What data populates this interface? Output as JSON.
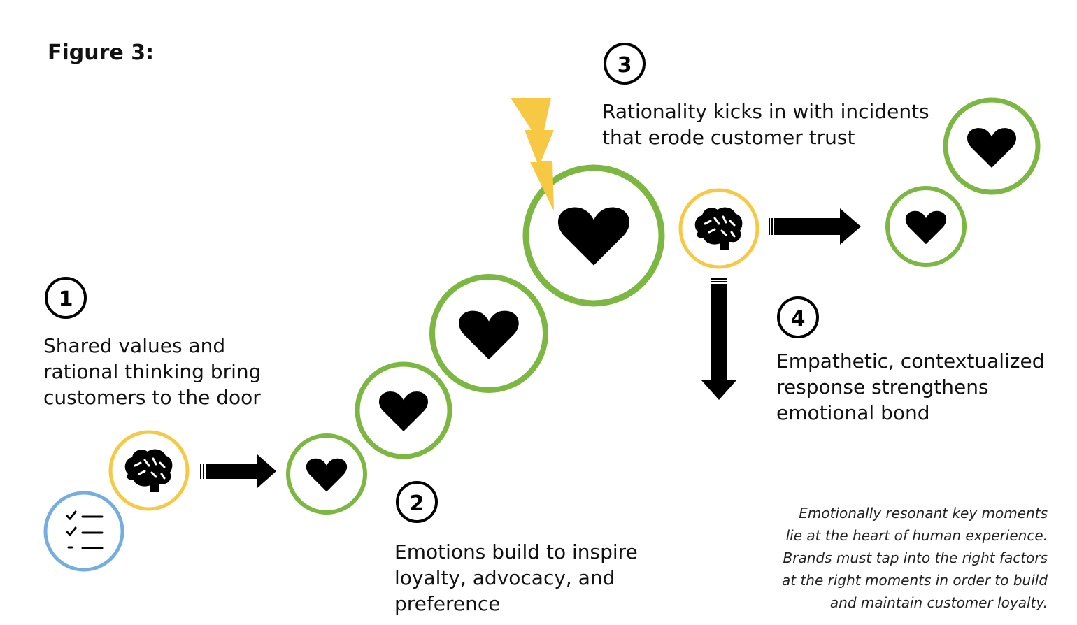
{
  "figure_title": "Figure 3:",
  "steps": [
    {
      "number": "1",
      "lines": [
        "Shared values and",
        "rational thinking bring",
        "customers to the door"
      ]
    },
    {
      "number": "2",
      "lines": [
        "Emotions build to inspire",
        "loyalty, advocacy, and",
        "preference"
      ]
    },
    {
      "number": "3",
      "lines": [
        "Rationality kicks in with incidents",
        "that erode customer trust"
      ]
    },
    {
      "number": "4",
      "lines": [
        "Empathetic, contextualized",
        "response strengthens",
        "emotional bond"
      ]
    }
  ],
  "note_lines": [
    "Emotionally resonant key moments",
    "lie at the heart of human experience.",
    "Brands must tap into the right factors",
    "at the right moments in order to build",
    "and maintain customer loyalty."
  ],
  "colors": {
    "green": "#7cb742",
    "yellow": "#f6c844",
    "blue": "#74aee0",
    "lightning": "#f6c844",
    "dark": "#000000"
  },
  "icons": [
    "checklist-icon",
    "brain-icon",
    "heart-icon",
    "arrow-right-icon",
    "arrow-down-icon",
    "lightning-icon"
  ]
}
